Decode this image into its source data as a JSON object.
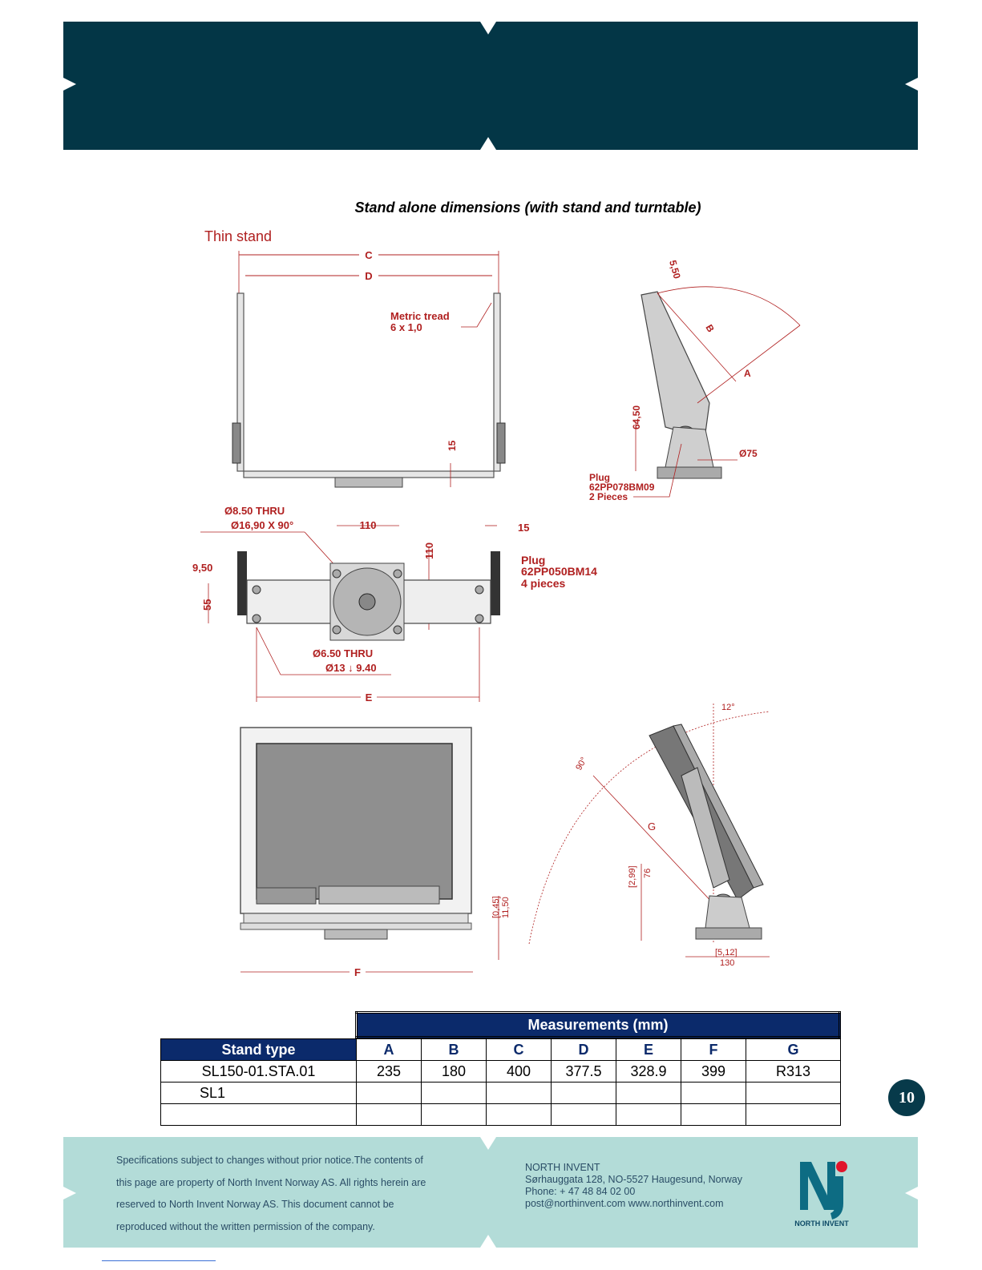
{
  "caption": "Stand alone dimensions (with stand and turntable)",
  "drawing": {
    "section_title": "Thin stand",
    "dim_C": "C",
    "dim_D": "D",
    "metric_tread": [
      "Metric tread",
      "6 x 1,0"
    ],
    "dim_15_front": "15",
    "side_5_50": "5,50",
    "side_B": "B",
    "side_A": "A",
    "side_64_50": "64,50",
    "side_diam75": "Ø75",
    "plug_side": [
      "Plug",
      "62PP078BM09",
      "2 Pieces"
    ],
    "thru_850": "Ø8.50 THRU",
    "csk_1690": "Ø16,90 X 90°",
    "dim_110_h": "110",
    "dim_110_v": "110",
    "dim_15_top": "15",
    "dim_9_50": "9,50",
    "dim_55": "55",
    "plug_top": [
      "Plug",
      "62PP050BM14",
      "4 pieces"
    ],
    "thru_650": "Ø6.50 THRU",
    "cbore_13": "Ø13 ↓ 9.40",
    "dim_E": "E",
    "dim_F": "F",
    "dim_045": "[0,45]",
    "dim_1150": "11,50",
    "angle_12": "12°",
    "angle_90": "90°",
    "dim_G": "G",
    "dim_299": "[2,99]",
    "dim_76": "76",
    "dim_512": "[5,12]",
    "dim_130": "130"
  },
  "table": {
    "group_header": "Measurements (mm)",
    "stand_type_header": "Stand type",
    "columns": [
      "A",
      "B",
      "C",
      "D",
      "E",
      "F",
      "G"
    ],
    "rows": [
      {
        "type": "SL150-01.STA.01",
        "values": [
          "235",
          "180",
          "400",
          "377.5",
          "328.9",
          "399",
          "R313"
        ]
      },
      {
        "type": "SL1",
        "values": [
          "",
          "",
          "",
          "",
          "",
          "",
          ""
        ]
      },
      {
        "type": "",
        "values": [
          "",
          "",
          "",
          "",
          "",
          "",
          ""
        ]
      }
    ]
  },
  "page_number": "10",
  "footer": {
    "disclaimer_lines": [
      "Specifications subject to changes without prior notice.The contents of",
      "this page are property of North Invent Norway AS. All rights herein are",
      "reserved to North Invent Norway AS. This document cannot be",
      "reproduced without the written permission of the company."
    ],
    "company": "NORTH INVENT",
    "address": "Sørhauggata 128, NO-5527 Haugesund, Norway",
    "phone": "Phone: + 47 48 84 02 00",
    "contact": "post@northinvent.com  www.northinvent.com",
    "logo_text": "NORTH INVENT"
  },
  "colors": {
    "header_band": "#033646",
    "footer_band": "#b3dcd8",
    "table_header": "#0b2a6b",
    "dimension_red": "#b02020"
  }
}
